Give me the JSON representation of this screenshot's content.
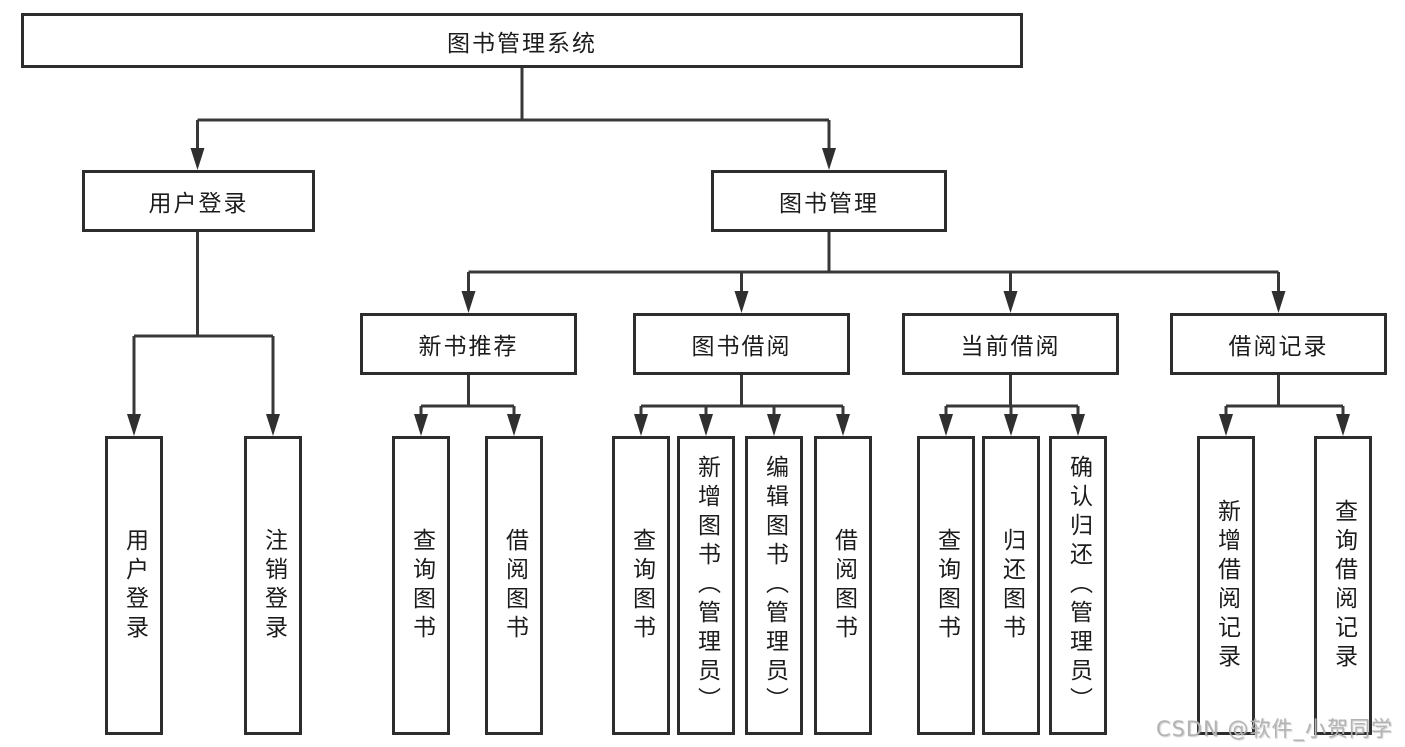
{
  "title": "图书管理系统",
  "watermark": "CSDN @软件_小贺同学",
  "colors": {
    "background": "#ffffff",
    "box_border": "#2d2d2d",
    "line": "#383838",
    "text": "#1c1c1c",
    "watermark_text": "#b3b3b3"
  },
  "branches": [
    {
      "label": "用户登录",
      "children": [
        {
          "label": "用户登录"
        },
        {
          "label": "注销登录"
        }
      ]
    },
    {
      "label": "图书管理",
      "sections": [
        {
          "label": "新书推荐",
          "children": [
            {
              "label": "查询图书"
            },
            {
              "label": "借阅图书"
            }
          ]
        },
        {
          "label": "图书借阅",
          "children": [
            {
              "label": "查询图书"
            },
            {
              "label": "新增图书（管理员）"
            },
            {
              "label": "编辑图书（管理员）"
            },
            {
              "label": "借阅图书"
            }
          ]
        },
        {
          "label": "当前借阅",
          "children": [
            {
              "label": "查询图书"
            },
            {
              "label": "归还图书"
            },
            {
              "label": "确认归还（管理员）"
            }
          ]
        },
        {
          "label": "借阅记录",
          "children": [
            {
              "label": "新增借阅记录"
            },
            {
              "label": "查询借阅记录"
            }
          ]
        }
      ]
    }
  ]
}
